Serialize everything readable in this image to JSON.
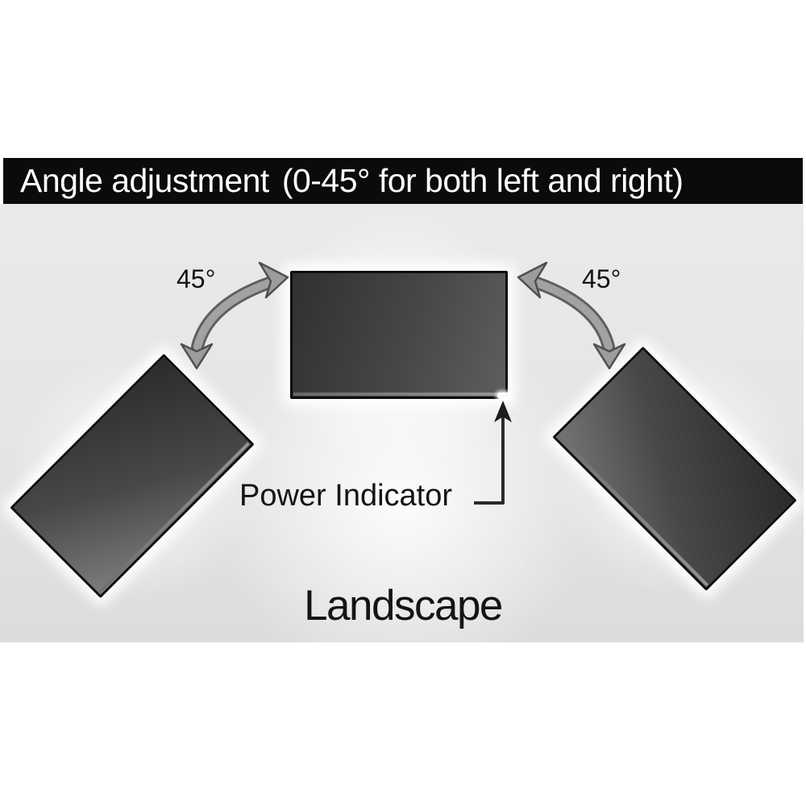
{
  "header": {
    "title_main": "Angle adjustment",
    "title_note": "(0-45° for both left and right)"
  },
  "diagram": {
    "left_angle_label": "45°",
    "right_angle_label": "45°",
    "power_indicator_label": "Power Indicator",
    "orientation_label": "Landscape",
    "rotation_left_deg": "-45",
    "rotation_right_deg": "45",
    "icons": {
      "left_rotation_arrow": "curved-double-headed-arrow",
      "right_rotation_arrow": "curved-double-headed-arrow",
      "power_pointer_arrow": "elbow-up-arrow",
      "power_indicator_light": "led-dot"
    },
    "colors": {
      "header_bg": "#0b0b0b",
      "header_text": "#ffffff",
      "panel_base": "#e5e5e5",
      "screen_dark": "#2e2e2e",
      "screen_light": "#7a7a7a",
      "arrow_fill": "#9c9c9c",
      "arrow_outline": "#565656",
      "label_text": "#141414"
    }
  }
}
